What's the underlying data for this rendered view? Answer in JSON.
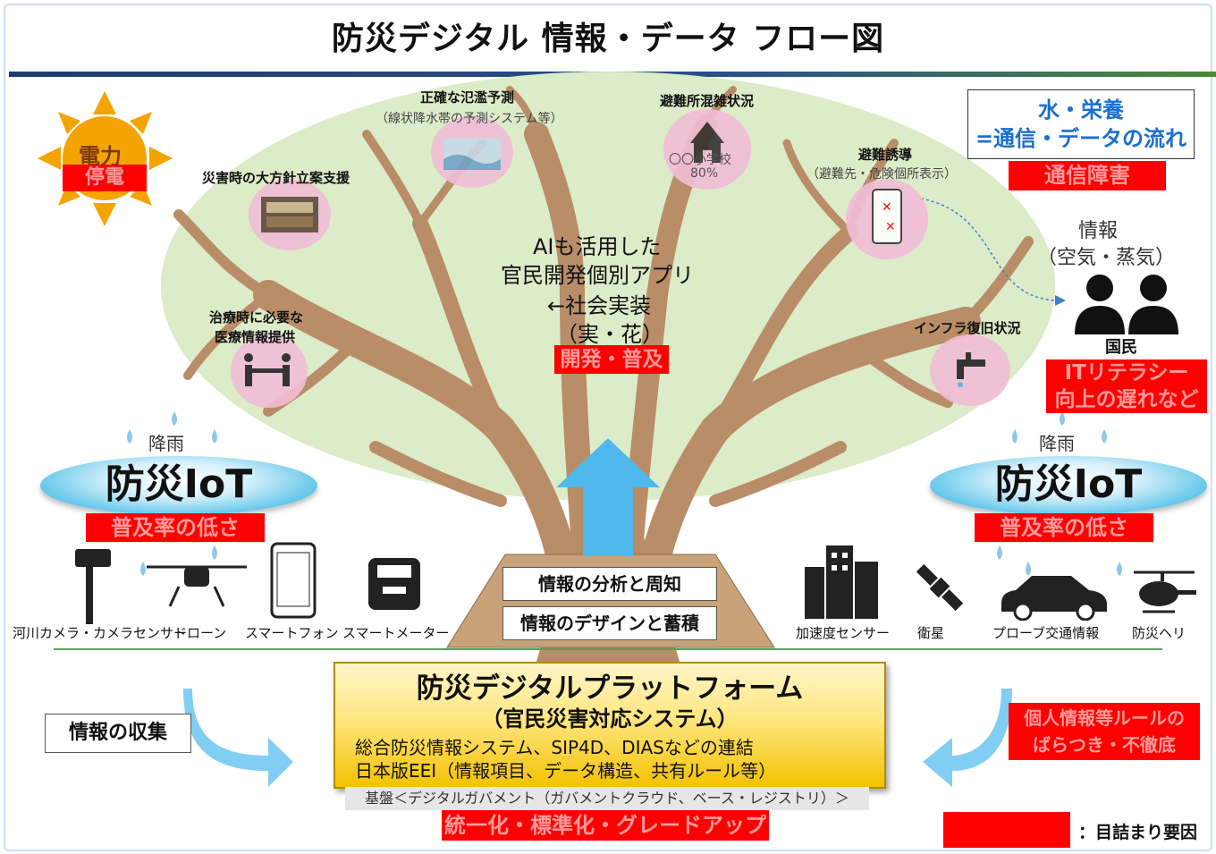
{
  "title": "防災デジタル 情報・データ フロー図",
  "sun": {
    "text1": "電力",
    "text2": "停電"
  },
  "legend_water": {
    "line1": "水・栄養",
    "line2": "=通信・データの流れ",
    "badge": "通信障害"
  },
  "center_text": {
    "l1": "AIも活用した",
    "l2": "官民開発個別アプリ",
    "l3": "←社会実装",
    "l4": "（実・花）",
    "badge": "開発・普及"
  },
  "apps": {
    "flood_title": "正確な氾濫予測",
    "flood_sub": "（線状降水帯の予測システム等）",
    "shelter_title": "避難所混雑状況",
    "shelter_inner1": "〇〇小学校",
    "shelter_inner2": "80%",
    "policy_title": "災害時の大方針立案支援",
    "evac_title": "避難誘導",
    "evac_sub": "（避難先・危険個所表示）",
    "medical1": "治療時に必要な",
    "medical2": "医療情報提供",
    "infra_title": "インフラ復旧状況"
  },
  "info_air": {
    "l1": "情報",
    "l2": "（空気・蒸気）"
  },
  "citizens": {
    "label": "国民",
    "badge1": "ITリテラシー",
    "badge2": "向上の遅れなど"
  },
  "rain_left": "降雨",
  "rain_right": "降雨",
  "iot_left": {
    "label": "防災IoT",
    "badge": "普及率の低さ"
  },
  "iot_right": {
    "label": "防災IoT",
    "badge": "普及率の低さ"
  },
  "devices_left": [
    "河川カメラ・カメラセンサー",
    "ドローン",
    "スマートフォン",
    "スマートメーター"
  ],
  "devices_right": [
    "加速度センサー",
    "衛星",
    "プローブ交通情報",
    "防災ヘリ"
  ],
  "soil": {
    "box1": "情報の分析と周知",
    "box2": "情報のデザインと蓄積"
  },
  "collect_label": "情報の収集",
  "platform": {
    "title": "防災デジタルプラットフォーム",
    "subtitle": "（官民災害対応システム）",
    "line1": "総合防災情報システム、SIP4D、DIASなどの連結",
    "line2": "日本版EEI（情報項目、データ構造、共有ルール等）"
  },
  "base_text": "基盤＜デジタルガバメント（ガバメントクラウド、ベース・レジストリ）＞",
  "base_badge": "統一化・標準化・グレードアップ",
  "rules_badge": {
    "l1": "個人情報等ルールの",
    "l2": "ばらつき・不徹底"
  },
  "legend_bottleneck": "：目詰まり要因",
  "colors": {
    "bottleneck": "#ff0000",
    "tree_canopy": "#dcebc8",
    "trunk": "#b98d68",
    "platform": "#ffe680",
    "arrow": "#4fb8ec"
  }
}
